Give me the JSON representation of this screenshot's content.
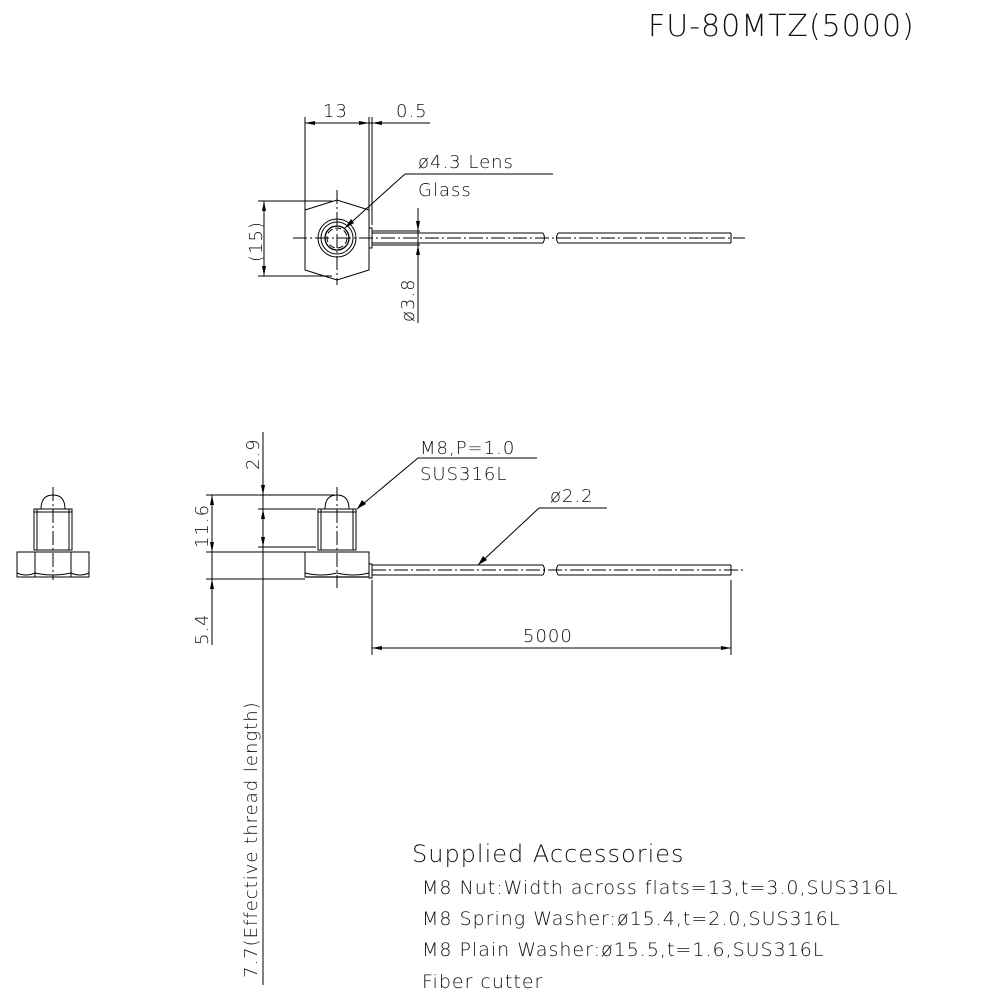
{
  "title": "FU-80MTZ(5000)",
  "front_view": {
    "dim_width_across_flats": "13",
    "dim_gap": "0.5",
    "dim_height": "(15)",
    "dim_sleeve_diameter": "ø3.8",
    "lens_label_line1": "ø4.3 Lens",
    "lens_label_line2": "Glass"
  },
  "side_view": {
    "dim_top": "2.9",
    "dim_thread": "11.6",
    "dim_base": "5.4",
    "dim_effective_thread": "7.7(Effective thread length)",
    "thread_label_line1": "M8,P=1.0",
    "thread_label_line2": "SUS316L",
    "fiber_diameter": "ø2.2",
    "fiber_length": "5000"
  },
  "accessories": {
    "heading": "Supplied Accessories",
    "items": [
      "M8 Nut:Width across flats=13,t=3.0,SUS316L",
      "M8 Spring Washer:ø15.4,t=2.0,SUS316L",
      "M8 Plain Washer:ø15.5,t=1.6,SUS316L",
      "Fiber cutter"
    ]
  }
}
